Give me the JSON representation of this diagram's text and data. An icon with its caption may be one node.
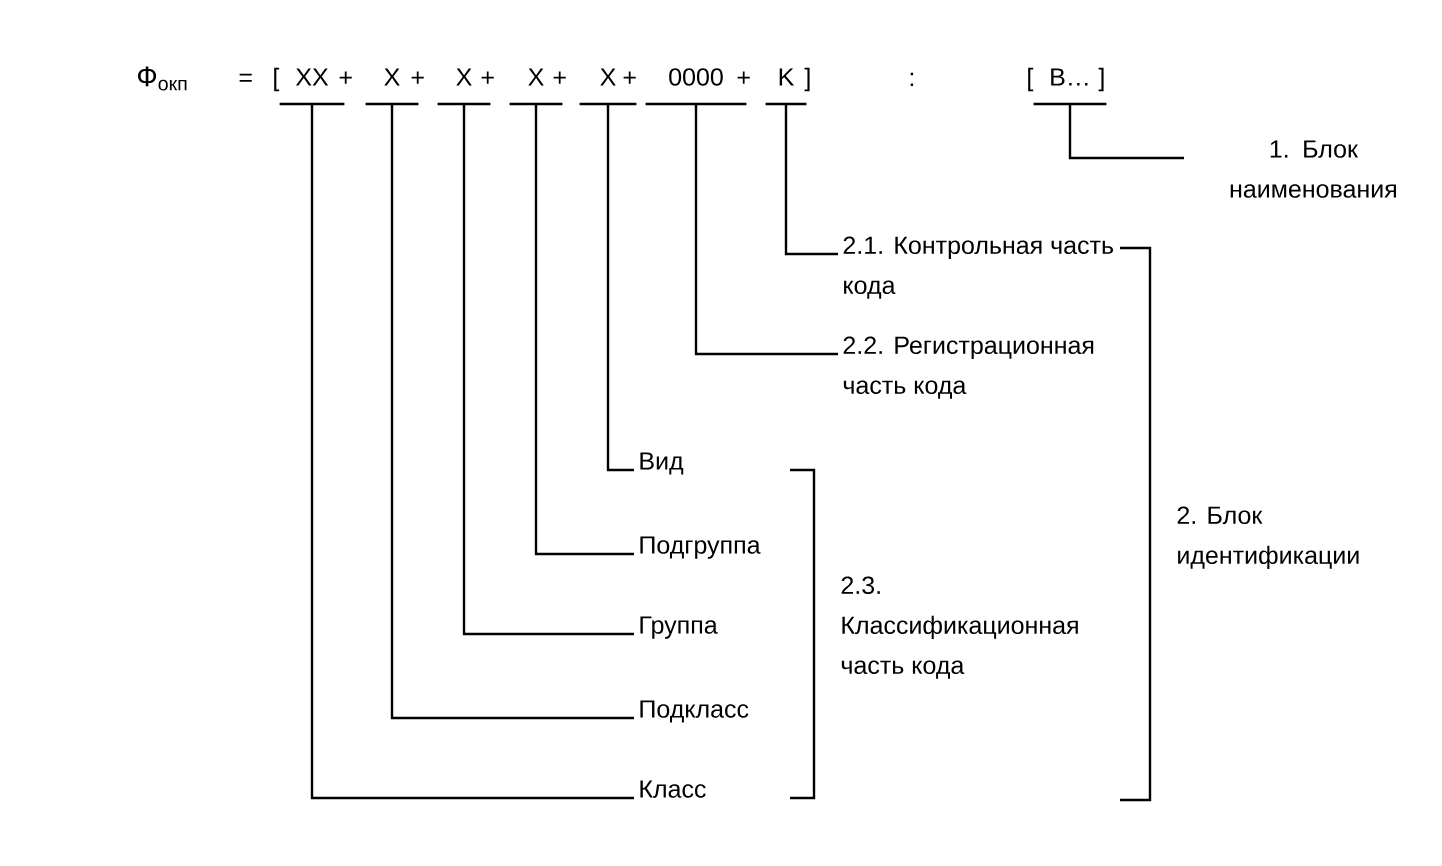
{
  "diagram": {
    "nodes": [
      {
        "text": [
          "XX"
        ]
      },
      {
        "text": [
          "X"
        ]
      },
      {
        "text": [
          "X"
        ]
      },
      {
        "text": [
          "X"
        ]
      },
      {
        "text": [
          "X"
        ]
      },
      {
        "text": [
          "0000"
        ]
      },
      {
        "text": [
          "K"
        ]
      },
      {
        "text": [
          "B…"
        ]
      },
      {
        "text": [
          "1. Блок наименования"
        ]
      },
      {
        "text": [
          "2.1. Контрольная часть кода"
        ]
      },
      {
        "text": [
          "2.2. Регистрационная часть кода"
        ]
      },
      {
        "text": [
          "Вид"
        ]
      },
      {
        "text": [
          "Подгруппа"
        ]
      },
      {
        "text": [
          "Группа"
        ]
      },
      {
        "text": [
          "Подкласс"
        ]
      },
      {
        "text": [
          "Класс"
        ]
      }
    ],
    "edges": [
      {
        "from": 0,
        "to": 15,
        "arrow": "none"
      },
      {
        "from": 1,
        "to": 14,
        "arrow": "none"
      },
      {
        "from": 2,
        "to": 13,
        "arrow": "none"
      },
      {
        "from": 3,
        "to": 12,
        "arrow": "none"
      },
      {
        "from": 4,
        "to": 11,
        "arrow": "none"
      },
      {
        "from": 5,
        "to": 10,
        "arrow": "none"
      },
      {
        "from": 6,
        "to": 9,
        "arrow": "none"
      },
      {
        "from": 7,
        "to": 8,
        "arrow": "none"
      }
    ],
    "labels": [
      "Ф$_{окп}$",
      "=",
      "[",
      "+",
      "+",
      "+",
      "+",
      "+",
      "+",
      "]",
      ":",
      "[",
      "]",
      "2.3. Классификационная часть кода",
      "2. Блок идентификации"
    ]
  }
}
